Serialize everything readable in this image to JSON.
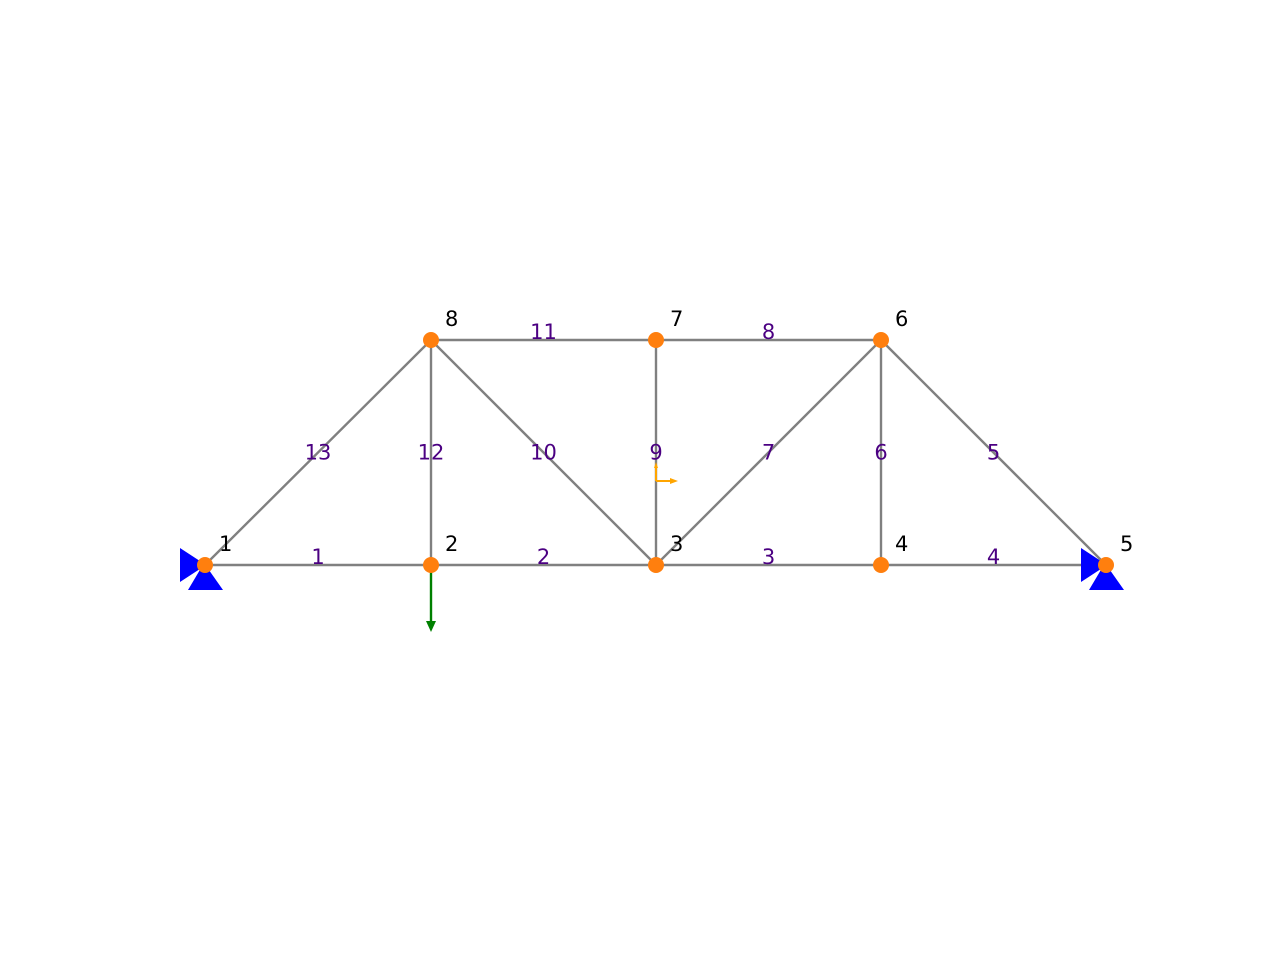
{
  "diagram": {
    "type": "truss",
    "colors": {
      "member": "#808080",
      "node": "#ff7f0e",
      "node_label": "#000000",
      "element_label": "#4b0082",
      "support": "#0000ff",
      "load": "#008000",
      "axes": "#ffa500"
    },
    "nodes": [
      {
        "id": "1",
        "label": "1"
      },
      {
        "id": "2",
        "label": "2"
      },
      {
        "id": "3",
        "label": "3"
      },
      {
        "id": "4",
        "label": "4"
      },
      {
        "id": "5",
        "label": "5"
      },
      {
        "id": "6",
        "label": "6"
      },
      {
        "id": "7",
        "label": "7"
      },
      {
        "id": "8",
        "label": "8"
      }
    ],
    "elements": [
      {
        "label": "1",
        "from": "1",
        "to": "2"
      },
      {
        "label": "2",
        "from": "2",
        "to": "3"
      },
      {
        "label": "3",
        "from": "3",
        "to": "4"
      },
      {
        "label": "4",
        "from": "4",
        "to": "5"
      },
      {
        "label": "5",
        "from": "5",
        "to": "6"
      },
      {
        "label": "6",
        "from": "4",
        "to": "6"
      },
      {
        "label": "7",
        "from": "3",
        "to": "6"
      },
      {
        "label": "8",
        "from": "6",
        "to": "7"
      },
      {
        "label": "9",
        "from": "3",
        "to": "7"
      },
      {
        "label": "10",
        "from": "3",
        "to": "8"
      },
      {
        "label": "11",
        "from": "7",
        "to": "8"
      },
      {
        "label": "12",
        "from": "2",
        "to": "8"
      },
      {
        "label": "13",
        "from": "1",
        "to": "8"
      }
    ],
    "supports": [
      {
        "node": "1",
        "type": "pinned"
      },
      {
        "node": "5",
        "type": "pinned"
      }
    ],
    "loads": [
      {
        "node": "2",
        "direction": "down"
      }
    ],
    "axis_indicator": {
      "icon": "local-axes-icon"
    }
  }
}
